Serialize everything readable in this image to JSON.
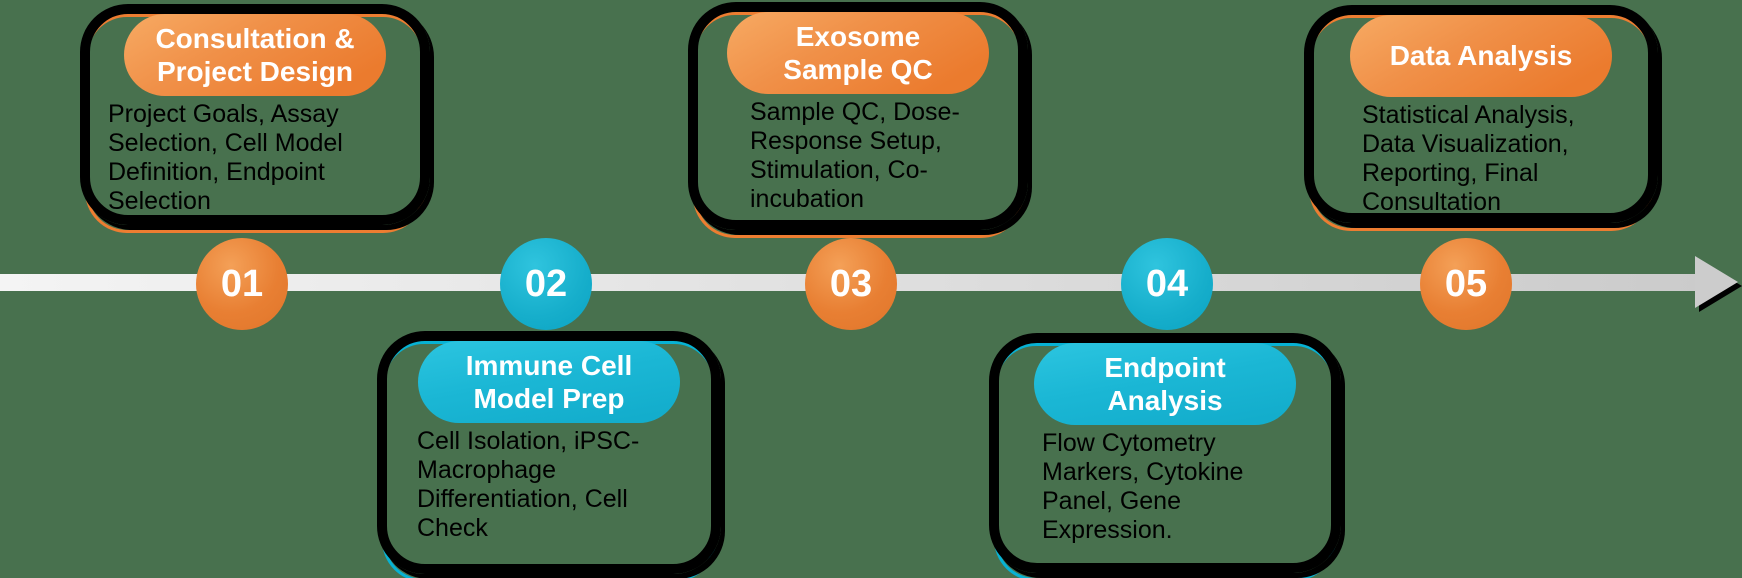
{
  "colors": {
    "background": "#48714E",
    "orange_accent": "#ED7D31",
    "cyan_accent": "#07B2D4",
    "card_border": "#000000",
    "arrow_gray": "#CBCBCB",
    "pill_text": "#FFFFFF",
    "body_text": "#000000"
  },
  "timeline": {
    "arrow_icon": "right-arrow",
    "steps": [
      {
        "number": "01",
        "accent": "orange",
        "side": "top",
        "title": "Consultation & Project Design",
        "description": "Project Goals, Assay Selection, Cell Model Definition, Endpoint Selection"
      },
      {
        "number": "02",
        "accent": "cyan",
        "side": "bottom",
        "title": "Immune Cell Model Prep",
        "description": "Cell Isolation, iPSC-Macrophage Differentiation, Cell Check"
      },
      {
        "number": "03",
        "accent": "orange",
        "side": "top",
        "title": "Exosome Sample QC",
        "description": "Sample QC, Dose-Response Setup, Stimulation, Co-incubation"
      },
      {
        "number": "04",
        "accent": "cyan",
        "side": "bottom",
        "title": "Endpoint Analysis",
        "description": "Flow Cytometry Markers, Cytokine Panel, Gene Expression."
      },
      {
        "number": "05",
        "accent": "orange",
        "side": "top",
        "title": "Data Analysis",
        "description": "Statistical Analysis, Data Visualization, Reporting, Final Consultation"
      }
    ]
  }
}
